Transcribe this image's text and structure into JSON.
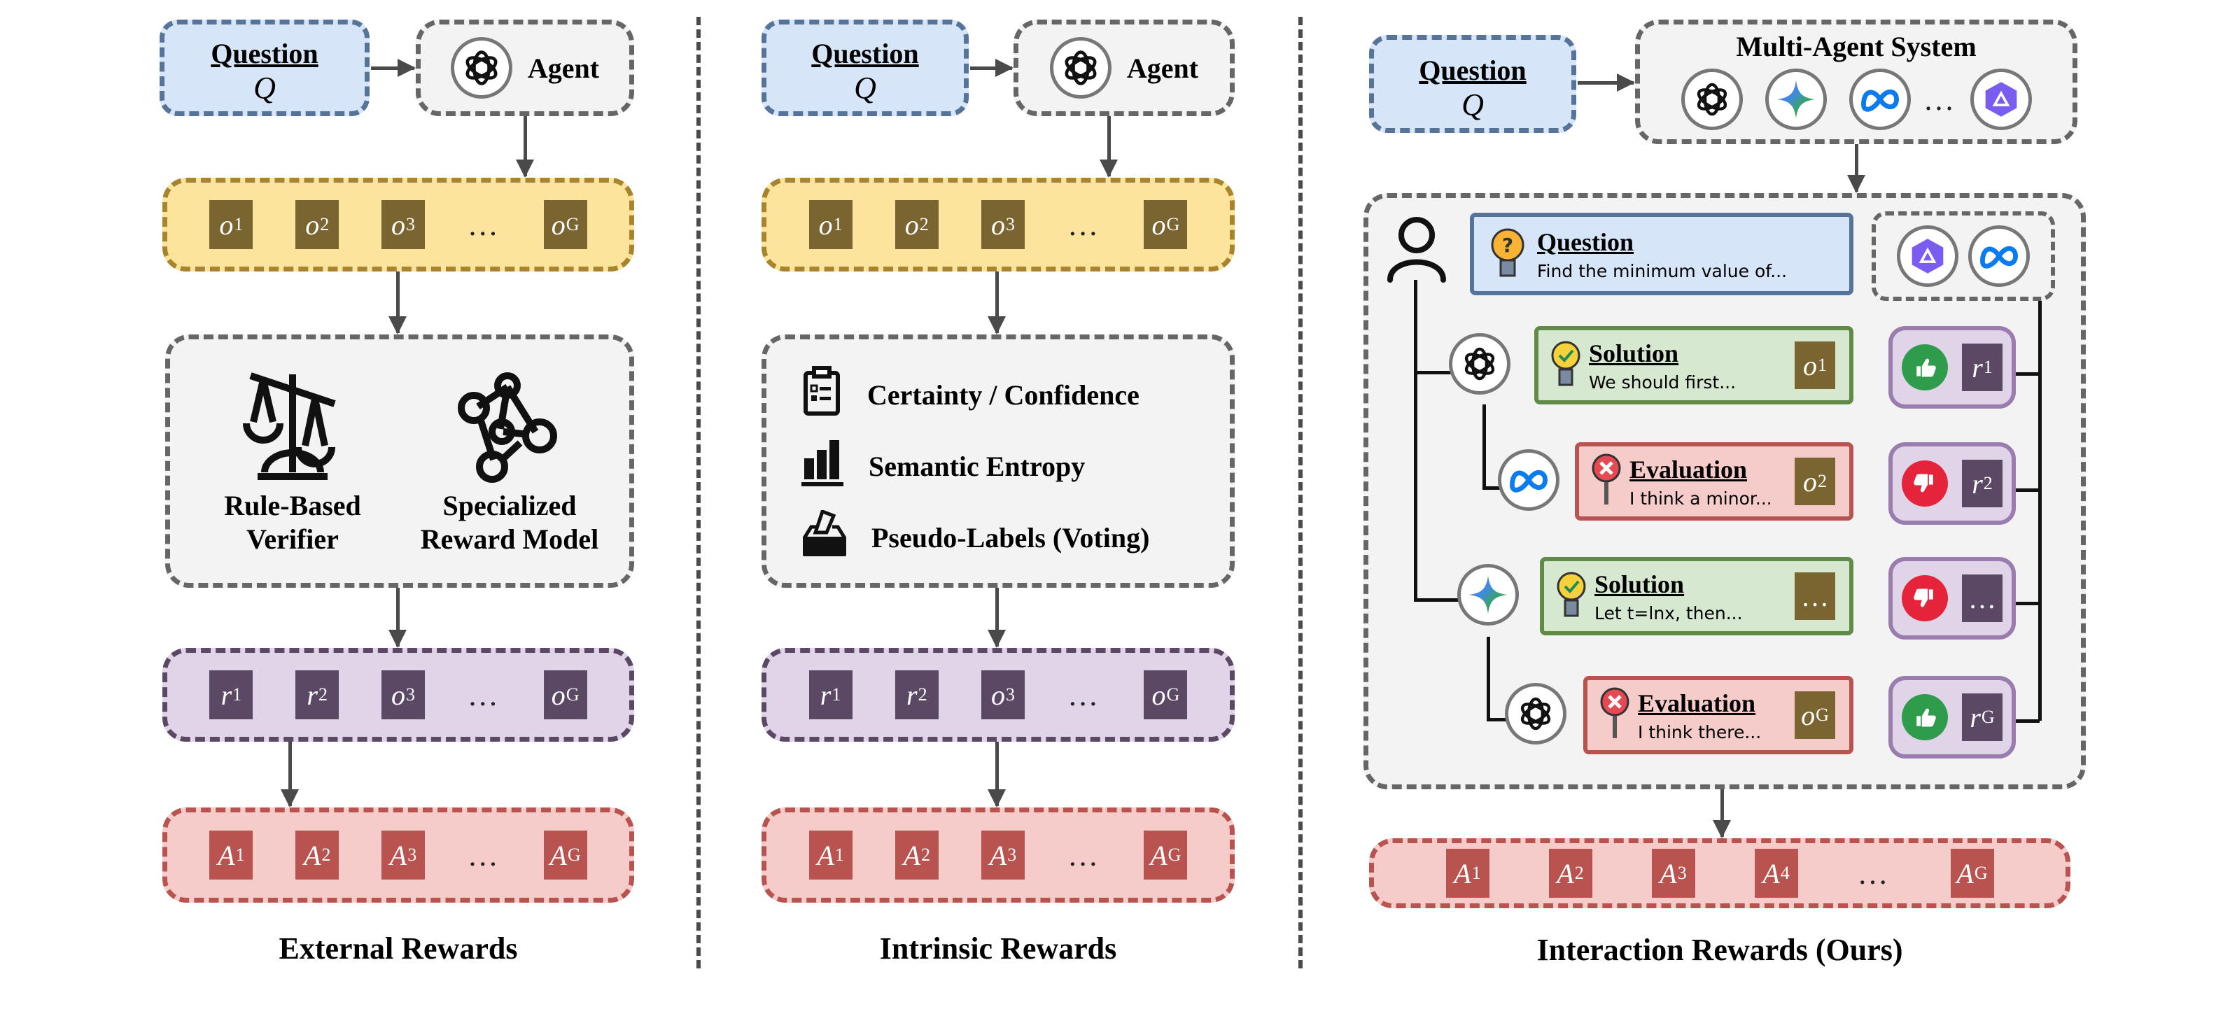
{
  "panels": {
    "external": {
      "title": "External Rewards",
      "question": {
        "label": "Question",
        "var": "Q"
      },
      "agent": {
        "label": "Agent",
        "icon": "openai-logo"
      },
      "outputs": [
        {
          "sym": "o",
          "sub": "1"
        },
        {
          "sym": "o",
          "sub": "2"
        },
        {
          "sym": "o",
          "sub": "3"
        },
        {
          "sym": "…",
          "sub": ""
        },
        {
          "sym": "o",
          "sub": "G"
        }
      ],
      "rewarders": [
        {
          "icon": "scales-icon",
          "line1": "Rule-Based",
          "line2": "Verifier"
        },
        {
          "icon": "graph-network-icon",
          "line1": "Specialized",
          "line2": "Reward Model"
        }
      ],
      "rewards": [
        {
          "sym": "r",
          "sub": "1"
        },
        {
          "sym": "r",
          "sub": "2"
        },
        {
          "sym": "o",
          "sub": "3"
        },
        {
          "sym": "…",
          "sub": ""
        },
        {
          "sym": "o",
          "sub": "G"
        }
      ],
      "advantages": [
        {
          "sym": "A",
          "sub": "1"
        },
        {
          "sym": "A",
          "sub": "2"
        },
        {
          "sym": "A",
          "sub": "3"
        },
        {
          "sym": "…",
          "sub": ""
        },
        {
          "sym": "A",
          "sub": "G"
        }
      ]
    },
    "intrinsic": {
      "title": "Intrinsic Rewards",
      "question": {
        "label": "Question",
        "var": "Q"
      },
      "agent": {
        "label": "Agent",
        "icon": "openai-logo"
      },
      "outputs": [
        {
          "sym": "o",
          "sub": "1"
        },
        {
          "sym": "o",
          "sub": "2"
        },
        {
          "sym": "o",
          "sub": "3"
        },
        {
          "sym": "…",
          "sub": ""
        },
        {
          "sym": "o",
          "sub": "G"
        }
      ],
      "metrics": [
        {
          "icon": "clipboard-icon",
          "label": "Certainty / Confidence"
        },
        {
          "icon": "bar-chart-icon",
          "label": "Semantic Entropy"
        },
        {
          "icon": "ballot-box-icon",
          "label": "Pseudo-Labels (Voting)"
        }
      ],
      "rewards": [
        {
          "sym": "r",
          "sub": "1"
        },
        {
          "sym": "r",
          "sub": "2"
        },
        {
          "sym": "o",
          "sub": "3"
        },
        {
          "sym": "…",
          "sub": ""
        },
        {
          "sym": "o",
          "sub": "G"
        }
      ],
      "advantages": [
        {
          "sym": "A",
          "sub": "1"
        },
        {
          "sym": "A",
          "sub": "2"
        },
        {
          "sym": "A",
          "sub": "3"
        },
        {
          "sym": "…",
          "sub": ""
        },
        {
          "sym": "A",
          "sub": "G"
        }
      ]
    },
    "interaction": {
      "title": "Interaction Rewards (Ours)",
      "question": {
        "label": "Question",
        "var": "Q"
      },
      "mas": {
        "label": "Multi-Agent System",
        "agents": [
          "openai-logo",
          "gemini-logo",
          "meta-logo",
          "qwen-logo"
        ],
        "ellipsis": "..."
      },
      "user_question": {
        "title": "Question",
        "text": "Find the minimum value of..."
      },
      "judges": [
        "qwen-logo",
        "meta-logo"
      ],
      "turns": [
        {
          "agent": "openai-logo",
          "kind": "Solution",
          "text": "We should first...",
          "output": {
            "sym": "o",
            "sub": "1"
          },
          "verdict": "up",
          "reward": {
            "sym": "r",
            "sub": "1"
          }
        },
        {
          "agent": "meta-logo",
          "kind": "Evaluation",
          "text": "I think a minor...",
          "output": {
            "sym": "o",
            "sub": "2"
          },
          "verdict": "down",
          "reward": {
            "sym": "r",
            "sub": "2"
          }
        },
        {
          "agent": "gemini-logo",
          "kind": "Solution",
          "text": "Let t=lnx, then...",
          "output": {
            "sym": "…",
            "sub": ""
          },
          "verdict": "down",
          "reward": {
            "sym": "…",
            "sub": ""
          }
        },
        {
          "agent": "openai-logo",
          "kind": "Evaluation",
          "text": "I think there...",
          "output": {
            "sym": "o",
            "sub": "G"
          },
          "verdict": "up",
          "reward": {
            "sym": "r",
            "sub": "G"
          }
        }
      ],
      "advantages": [
        {
          "sym": "A",
          "sub": "1"
        },
        {
          "sym": "A",
          "sub": "2"
        },
        {
          "sym": "A",
          "sub": "3"
        },
        {
          "sym": "A",
          "sub": "4"
        },
        {
          "sym": "…",
          "sub": ""
        },
        {
          "sym": "A",
          "sub": "G"
        }
      ]
    }
  },
  "colors": {
    "question_fill": "#d6e5f7",
    "output_fill": "#fde49c",
    "output_chip": "#7a6531",
    "reward_fill": "#e0d4e8",
    "reward_chip": "#5b4865",
    "advantage_fill": "#f6cccb",
    "advantage_chip": "#b95350",
    "thumb_up": "#2f9c4c",
    "thumb_down": "#e5243b"
  }
}
